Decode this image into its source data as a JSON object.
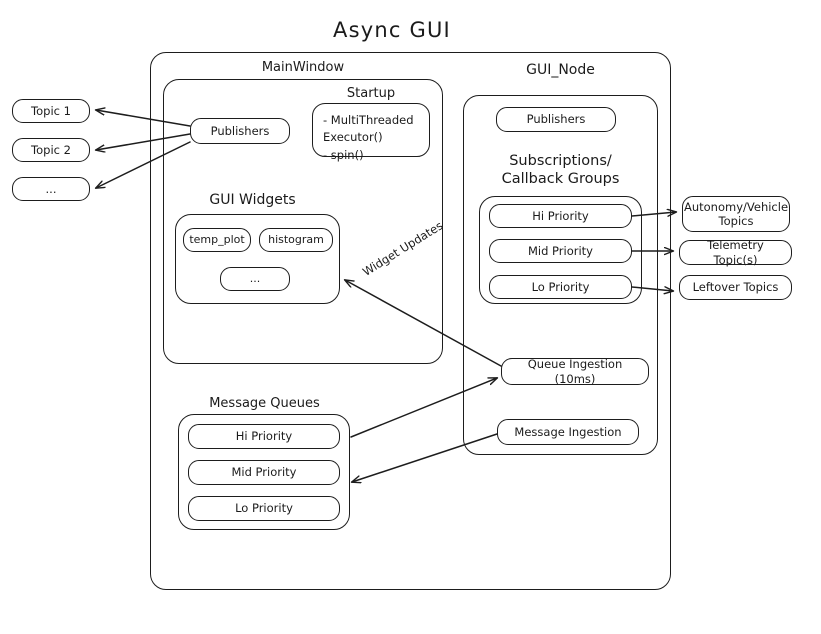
{
  "diagram": {
    "title": "Async  GUI",
    "type": "architecture-block-diagram"
  },
  "left_topics": [
    {
      "label": "Topic 1"
    },
    {
      "label": "Topic 2"
    },
    {
      "label": "..."
    }
  ],
  "main_window": {
    "label": "MainWindow",
    "publishers": {
      "label": "Publishers"
    },
    "startup": {
      "label": "Startup",
      "items_text": "-  MultiThreaded\n    Executor()\n-  spin()"
    },
    "gui_widgets": {
      "label": "GUI Widgets",
      "widgets": [
        {
          "label": "temp_plot"
        },
        {
          "label": "histogram"
        },
        {
          "label": "..."
        }
      ]
    },
    "message_queues": {
      "label": "Message Queues",
      "queues": [
        {
          "label": "Hi Priority"
        },
        {
          "label": "Mid Priority"
        },
        {
          "label": "Lo Priority"
        }
      ]
    }
  },
  "gui_node": {
    "label": "GUI_Node",
    "publishers": {
      "label": "Publishers"
    },
    "subscriptions": {
      "label": "Subscriptions/\nCallback Groups",
      "line1": "Subscriptions/",
      "line2": "Callback Groups",
      "groups": [
        {
          "label": "Hi Priority"
        },
        {
          "label": "Mid Priority"
        },
        {
          "label": "Lo Priority"
        }
      ]
    },
    "queue_ingestion": {
      "label": "Queue Ingestion (10ms)"
    },
    "message_ingestion": {
      "label": "Message Ingestion"
    }
  },
  "right_topics": [
    {
      "label": "Autonomy/Vehicle Topics",
      "line1": "Autonomy/Vehicle",
      "line2": "Topics"
    },
    {
      "label": "Telemetry Topic(s)"
    },
    {
      "label": "Leftover Topics"
    }
  ],
  "edges": [
    {
      "label": "Widget Updates",
      "from": "queue-ingestion",
      "to": "gui-widgets"
    }
  ],
  "colors": {
    "stroke": "#1d1d1d",
    "background": "#ffffff",
    "text": "#1b1b1b"
  }
}
